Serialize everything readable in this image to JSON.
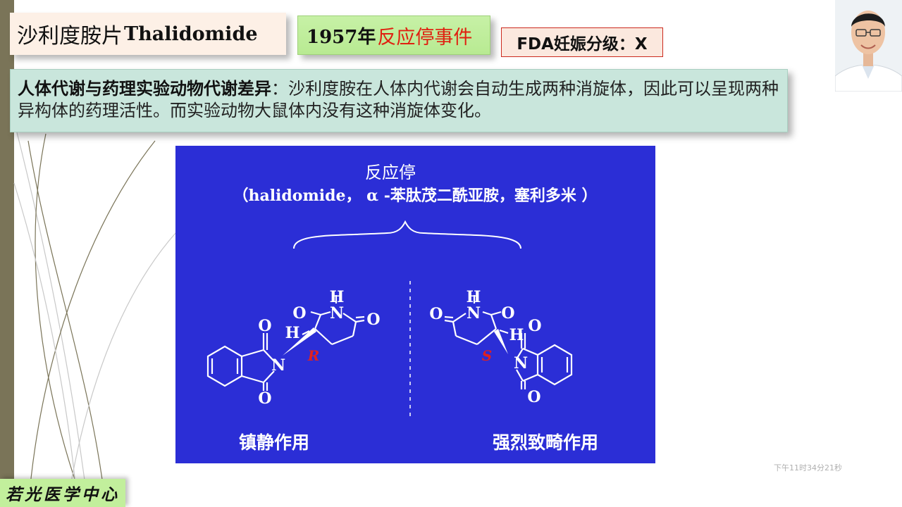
{
  "title": {
    "cn": "沙利度胺片",
    "en": "Thalidomide"
  },
  "event": {
    "year": "1957年",
    "name": "反应停事件"
  },
  "fda": {
    "label": "FDA妊娠分级：X"
  },
  "description": {
    "heading": "人体代谢与药理实验动物代谢差异",
    "body": "：沙利度胺在人体内代谢会自动生成两种消旋体，因此可以呈现两种异构体的药理活性。而实验动物大鼠体内没有这种消旋体变化。"
  },
  "figure": {
    "title": "反应停",
    "subtitle": "（halidomide， α -苯肽茂二酰亚胺，塞利多米  ）",
    "left_label": "镇静作用",
    "right_label": "强烈致畸作用",
    "left_config": "R",
    "right_config": "S",
    "atoms": {
      "o": "O",
      "n": "N",
      "h": "H"
    }
  },
  "footer": {
    "org": "若光医学中心"
  },
  "timestamp": "下午11时34分21秒",
  "colors": {
    "figure_bg": "#2b2ed6",
    "accent_red": "#e02010",
    "desc_bg": "#c9e6dc",
    "footer_bg": "#c2ef9c"
  }
}
